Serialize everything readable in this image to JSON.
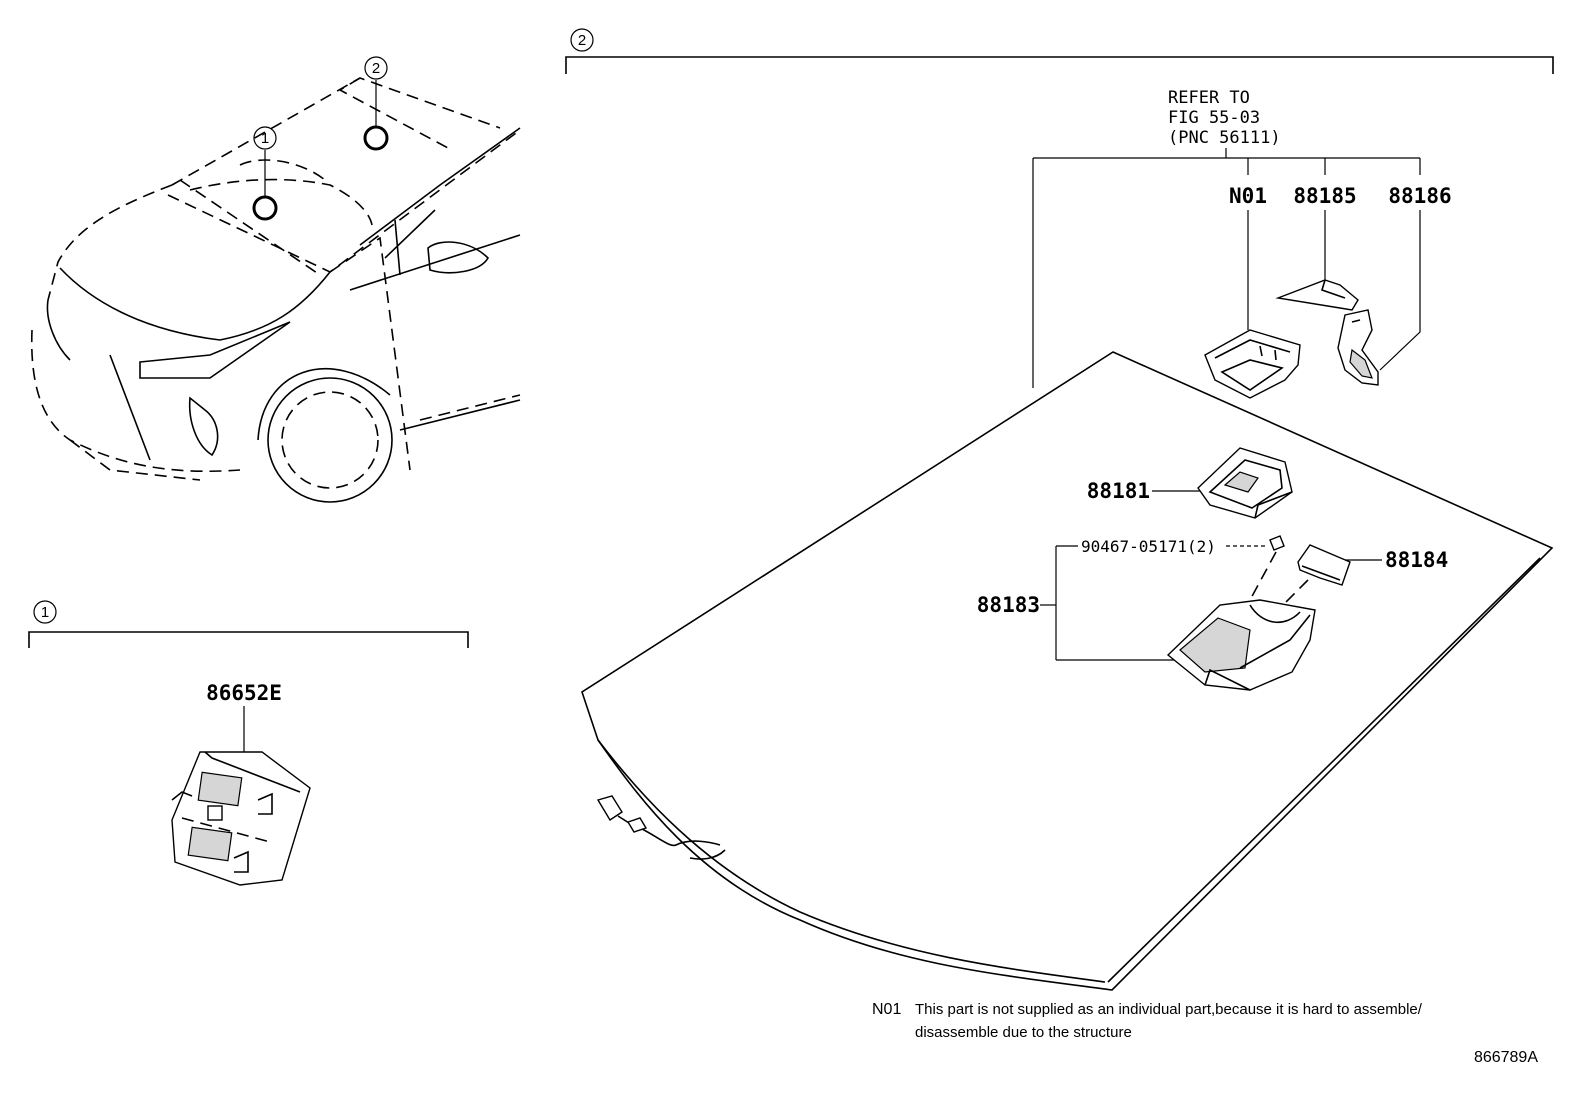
{
  "callouts": {
    "c1": "1",
    "c2": "2"
  },
  "parts": {
    "p86652E": "86652E",
    "pN01": "N01",
    "p88185": "88185",
    "p88186": "88186",
    "p88181": "88181",
    "p88184": "88184",
    "p88183": "88183",
    "p90467": "90467-05171(2)"
  },
  "reference": {
    "line1": "REFER TO",
    "line2": "FIG 55-03",
    "line3": "(PNC 56111)"
  },
  "note": {
    "code": "N01",
    "line1": "This part is not supplied as an individual part,because it is hard to assemble/",
    "line2": "disassemble due to the structure"
  },
  "illustration_id": "866789A"
}
